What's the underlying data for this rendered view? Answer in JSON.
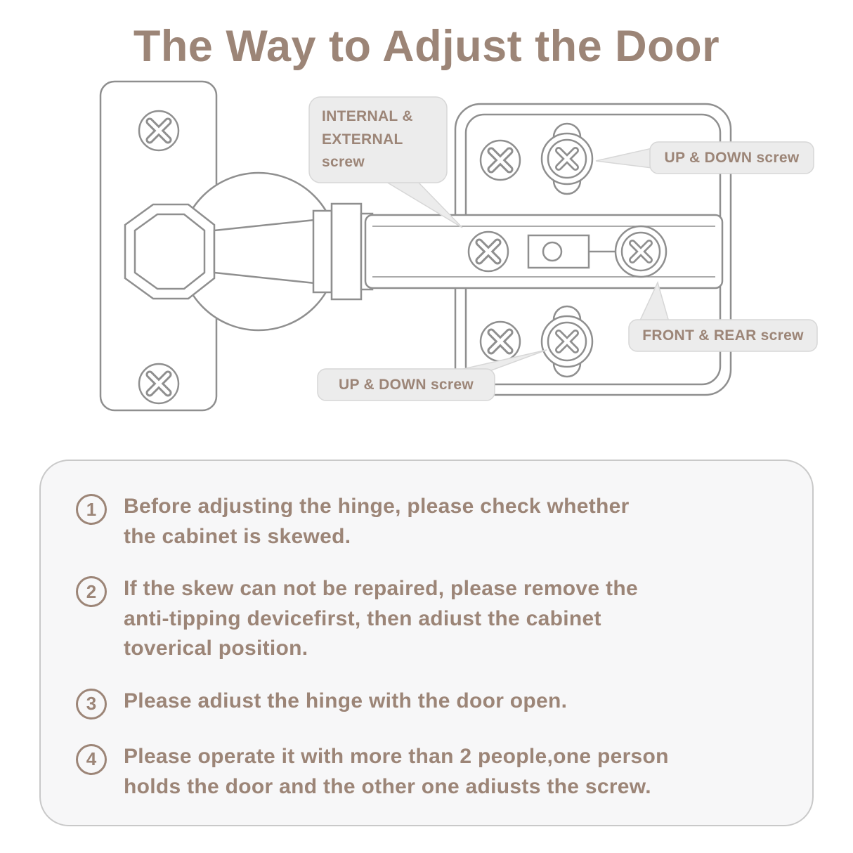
{
  "title": "The Way to Adjust the Door",
  "colors": {
    "accent": "#9c8577",
    "line_art": "#8f8f8f",
    "bubble_fill": "#ececec",
    "panel_bg": "#f7f7f8",
    "panel_border": "#c9c9c9"
  },
  "diagram": {
    "labels": {
      "internal_external": "INTERNAL &\nEXTERNAL\nscrew",
      "up_down_top": "UP & DOWN screw",
      "front_rear": "FRONT & REAR screw",
      "up_down_bottom": "UP & DOWN screw"
    }
  },
  "instructions": [
    {
      "num": "1",
      "text": "Before adjusting the hinge, please check whether\nthe cabinet is skewed."
    },
    {
      "num": "2",
      "text": "If the skew can not be repaired, please remove the\nanti-tipping devicefirst, then adiust the cabinet\ntoverical position."
    },
    {
      "num": "3",
      "text": "Please adiust the hinge with the door open."
    },
    {
      "num": "4",
      "text": "Please operate it with more than 2 people,one person\nholds the door and the other one adiusts the screw."
    }
  ]
}
